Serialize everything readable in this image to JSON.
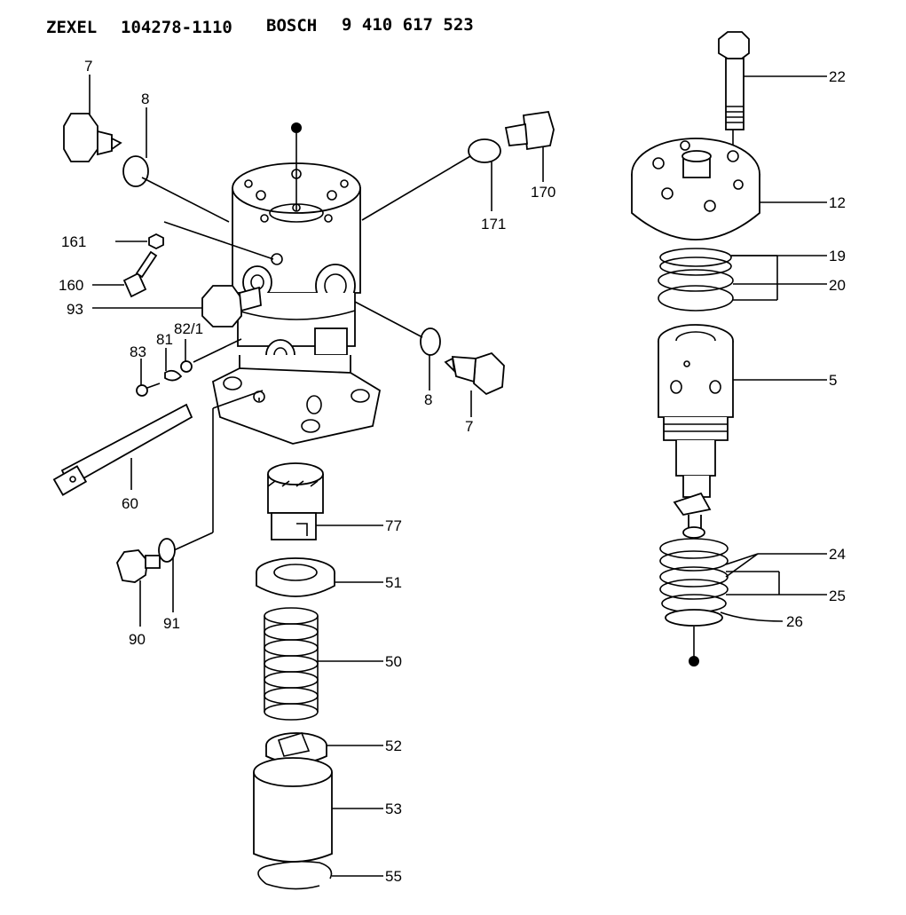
{
  "header": {
    "brand1": "ZEXEL",
    "part1": "104278-1110",
    "brand2": "BOSCH",
    "part2": "9 410 617 523"
  },
  "callouts": {
    "c7a": "7",
    "c8a": "8",
    "c170": "170",
    "c171": "171",
    "c161": "161",
    "c160": "160",
    "c93": "93",
    "c83": "83",
    "c81": "81",
    "c821": "82/1",
    "c8b": "8",
    "c7b": "7",
    "c60": "60",
    "c77": "77",
    "c51": "51",
    "c50": "50",
    "c52": "52",
    "c53": "53",
    "c55": "55",
    "c90": "90",
    "c91": "91",
    "c22": "22",
    "c12": "12",
    "c19": "19",
    "c20": "20",
    "c5": "5",
    "c24": "24",
    "c25": "25",
    "c26": "26"
  }
}
